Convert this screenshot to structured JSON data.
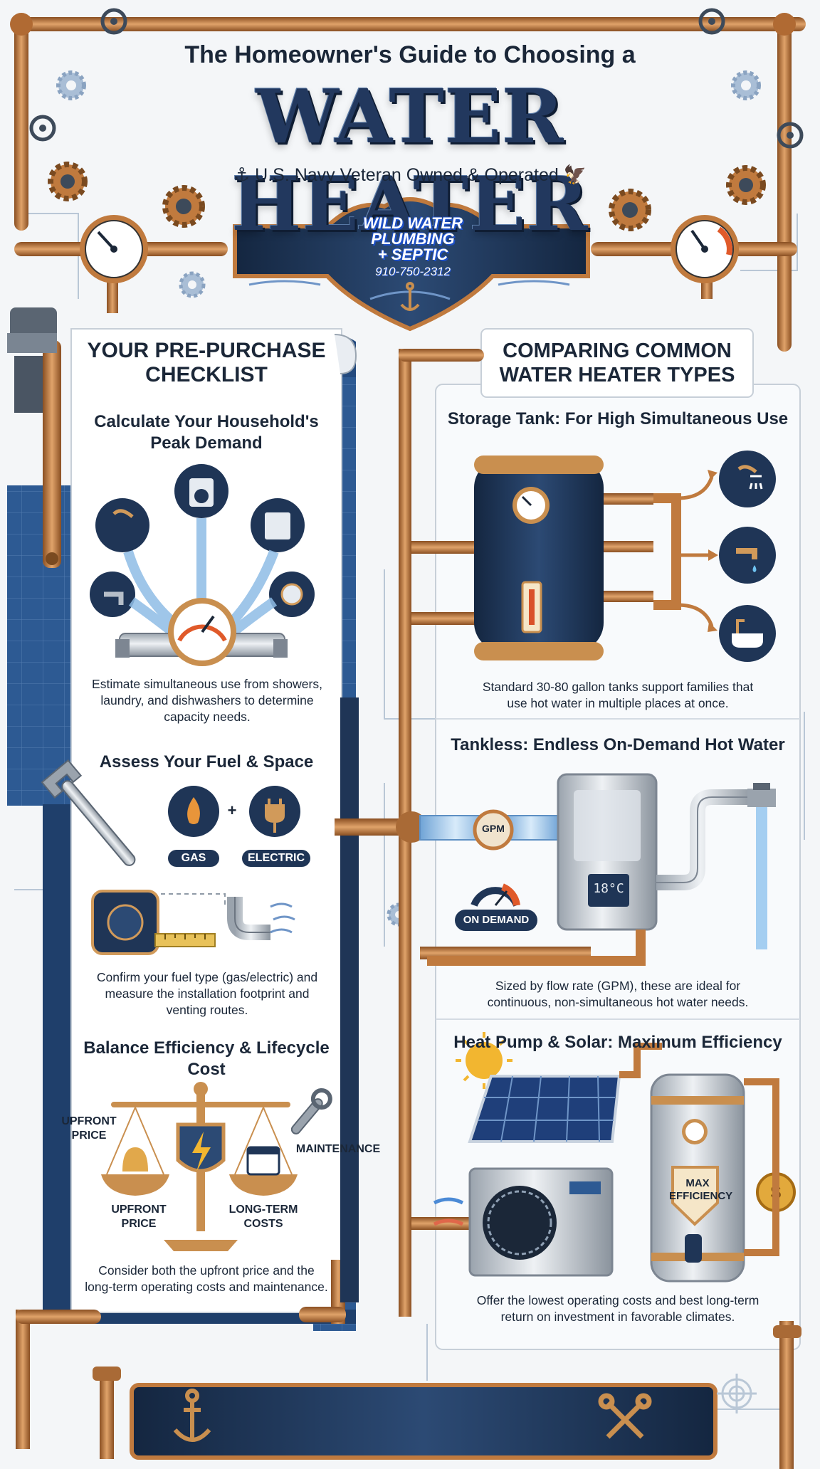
{
  "header": {
    "subtitle": "The Homeowner's Guide to Choosing a",
    "title": "WATER HEATER",
    "tagline": "U.S. Navy Veteran Owned & Operated",
    "logo_name_line1": "WILD WATER",
    "logo_name_line2": "PLUMBING",
    "logo_name_line3": "+ SEPTIC",
    "logo_phone": "910-750-2312"
  },
  "checklist": {
    "heading_line1": "YOUR PRE-PURCHASE",
    "heading_line2": "CHECKLIST",
    "sections": [
      {
        "title_line1": "Calculate Your Household's",
        "title_line2": "Peak Demand",
        "desc_line1": "Estimate simultaneous use from showers,",
        "desc_line2": "laundry, and dishwashers to determine",
        "desc_line3": "capacity needs."
      },
      {
        "title_line1": "Assess Your Fuel & Space",
        "fuel_gas": "GAS",
        "fuel_plus": "+",
        "fuel_electric": "ELECTRIC",
        "desc_line1": "Confirm your fuel type (gas/electric) and",
        "desc_line2": "measure the installation footprint and",
        "desc_line3": "venting routes."
      },
      {
        "title_line1": "Balance Efficiency & Lifecycle Cost",
        "label_upfront_top_line1": "UPFRONT",
        "label_upfront_top_line2": "PRICE",
        "label_maintenance": "MAINTENANCE",
        "label_upfront_bottom_line1": "UPFRONT",
        "label_upfront_bottom_line2": "PRICE",
        "label_longterm_line1": "LONG-TERM",
        "label_longterm_line2": "COSTS",
        "desc_line1": "Consider both the upfront price and the",
        "desc_line2": "long-term operating costs and maintenance."
      }
    ]
  },
  "comparison": {
    "heading_line1": "COMPARING COMMON",
    "heading_line2": "WATER HEATER TYPES",
    "types": [
      {
        "title": "Storage Tank: For High Simultaneous Use",
        "desc_line1": "Standard 30-80 gallon tanks support families that",
        "desc_line2": "use hot water in multiple places at once."
      },
      {
        "title": "Tankless: Endless On-Demand Hot Water",
        "gpm_label": "GPM",
        "display_temp": "18°C",
        "badge": "ON DEMAND",
        "desc_line1": "Sized by flow rate (GPM), these are ideal for",
        "desc_line2": "continuous, non-simultaneous hot water needs."
      },
      {
        "title": "Heat Pump & Solar: Maximum Efficiency",
        "badge_line1": "MAX",
        "badge_line2": "EFFICIENCY",
        "desc_line1": "Offer the lowest operating costs and best long-term",
        "desc_line2": "return on investment in favorable climates."
      }
    ]
  },
  "colors": {
    "copper": "#c07a3e",
    "navy": "#1f3556",
    "background": "#f4f6f8",
    "blueprint": "#2d5a93"
  }
}
